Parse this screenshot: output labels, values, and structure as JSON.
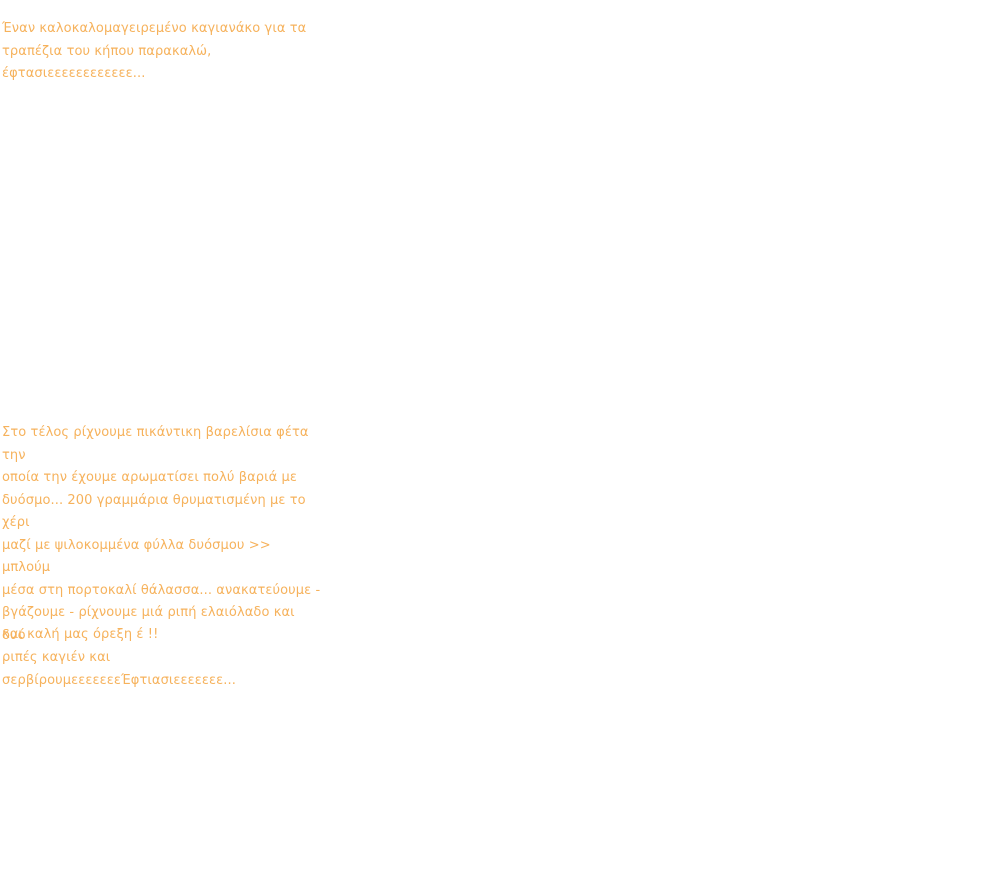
{
  "intro": {
    "lines": [
      "Έναν καλοκαλομαγειρεμένο καγιανάκο για τα",
      "τραπέζια του κήπου παρακαλώ,",
      "έφτασιεεεεεεεεεεεε..."
    ]
  },
  "recipe": {
    "lines": [
      "Στο τέλος ρίχνουμε πικάντικη βαρελίσια φέτα την",
      "οποία την έχουμε αρωματίσει πολύ βαριά με",
      "δυόσμο... 200 γραμμάρια θρυματισμένη με το χέρι",
      "μαζί με ψιλοκομμένα φύλλα δυόσμου >> μπλούμ",
      "μέσα στη πορτοκαλί θάλασσα... ανακατεύουμε -",
      "βγάζουμε - ρίχνουμε μιά ριπή ελαιόλαδο και δυό",
      "ριπές καγιέν και",
      "σερβίρουμεεεεεεεΈφτιασιεεεεεεε..."
    ]
  },
  "closing": {
    "text": "και καλή μας όρεξη έ !!"
  },
  "colors": {
    "text": "#f6b25c",
    "background": "#ffffff"
  }
}
